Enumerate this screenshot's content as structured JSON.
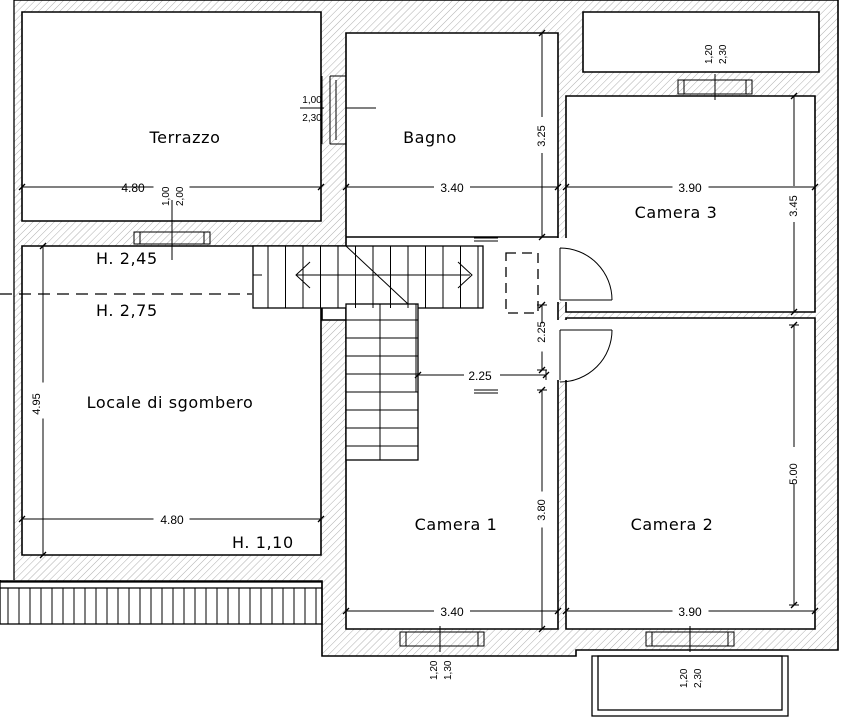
{
  "rooms": {
    "terrazzo": "Terrazzo",
    "bagno": "Bagno",
    "camera3": "Camera 3",
    "locale": "Locale di sgombero",
    "camera1": "Camera 1",
    "camera2": "Camera 2"
  },
  "heights": {
    "h1": "H. 2,45",
    "h2": "H. 2,75",
    "h3": "H. 1,10"
  },
  "dimensions": {
    "terrazzo_width": "4.80",
    "bagno_width": "3.40",
    "bagno_height": "3.25",
    "camera3_width": "3.90",
    "camera3_height": "3.45",
    "locale_width": "4.80",
    "locale_height": "4.95",
    "corridor_width": "2.25",
    "corridor_height": "2.25",
    "camera1_width": "3.40",
    "camera1_height": "3.80",
    "camera2_width": "3.90",
    "camera2_height": "5.00"
  },
  "windows": {
    "bagno": [
      "1,00",
      "2,30"
    ],
    "terrazzo": [
      "1,00",
      "2,00"
    ],
    "camera3": [
      "1,20",
      "2,30"
    ],
    "camera1": [
      "1,20",
      "1,30"
    ],
    "camera2": [
      "1,20",
      "2,30"
    ]
  }
}
